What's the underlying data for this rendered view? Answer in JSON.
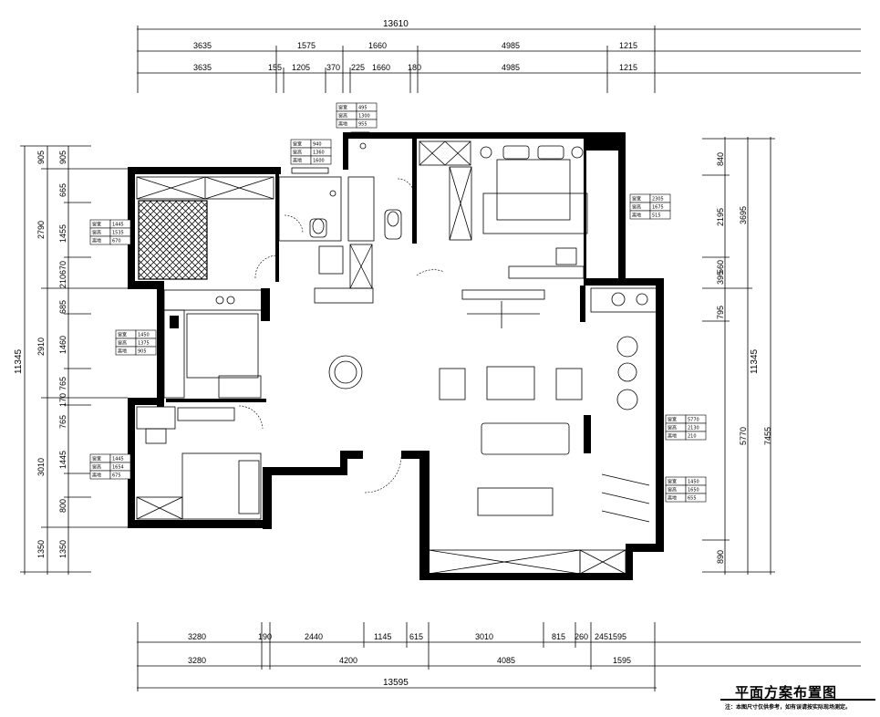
{
  "title": "平面方案布置图",
  "note": "注：本图尺寸仅供参考，如有误请按实际现场测定。",
  "dims": {
    "top_total": "13610",
    "top_row1": [
      "3635",
      "1575",
      "1660",
      "4985",
      "1215"
    ],
    "top_row2": [
      "3635",
      "155",
      "1205",
      "370",
      "225",
      "1660",
      "180",
      "4985",
      "1215"
    ],
    "bottom_row1": [
      "3280",
      "190",
      "2440",
      "1145",
      "615",
      "3010",
      "815",
      "260",
      "2451595"
    ],
    "bottom_row2": [
      "3280",
      "4200",
      "4085",
      "1595"
    ],
    "bottom_total": "13595",
    "left_total": "11345",
    "left_outer": [
      "905",
      "2790",
      "2910",
      "3010",
      "1350"
    ],
    "left_inner": [
      "905",
      "665",
      "1455",
      "210670",
      "685",
      "1460",
      "765",
      "170",
      "765",
      "1445",
      "800",
      "1350"
    ],
    "right_total": "11345",
    "right_outer": [
      "3695",
      "5770",
      "7455"
    ],
    "right_inner": [
      "840",
      "2195",
      "795",
      "395",
      "560",
      "890"
    ]
  },
  "window_tables": [
    {
      "id": "wt-bath1",
      "rows": [
        [
          "窗宽",
          "495"
        ],
        [
          "窗高",
          "1300"
        ],
        [
          "离地",
          "955"
        ]
      ]
    },
    {
      "id": "wt-bath2",
      "rows": [
        [
          "窗宽",
          "940"
        ],
        [
          "窗高",
          "1360"
        ],
        [
          "离地",
          "1600"
        ]
      ]
    },
    {
      "id": "wt-bed-left",
      "rows": [
        [
          "窗宽",
          "1445"
        ],
        [
          "窗高",
          "1535"
        ],
        [
          "离地",
          "670"
        ]
      ]
    },
    {
      "id": "wt-kitchen",
      "rows": [
        [
          "窗宽",
          "1450"
        ],
        [
          "窗高",
          "1375"
        ],
        [
          "离地",
          "905"
        ]
      ]
    },
    {
      "id": "wt-bed-bottom",
      "rows": [
        [
          "窗宽",
          "1445"
        ],
        [
          "窗高",
          "1654"
        ],
        [
          "离地",
          "675"
        ]
      ]
    },
    {
      "id": "wt-master",
      "rows": [
        [
          "窗宽",
          "2305"
        ],
        [
          "窗高",
          "1675"
        ],
        [
          "离地",
          "515"
        ]
      ]
    },
    {
      "id": "wt-living1",
      "rows": [
        [
          "窗宽",
          "5770"
        ],
        [
          "窗高",
          "2130"
        ],
        [
          "离地",
          "210"
        ]
      ]
    },
    {
      "id": "wt-living2",
      "rows": [
        [
          "窗宽",
          "1450"
        ],
        [
          "窗高",
          "1650"
        ],
        [
          "离地",
          "655"
        ]
      ]
    }
  ]
}
